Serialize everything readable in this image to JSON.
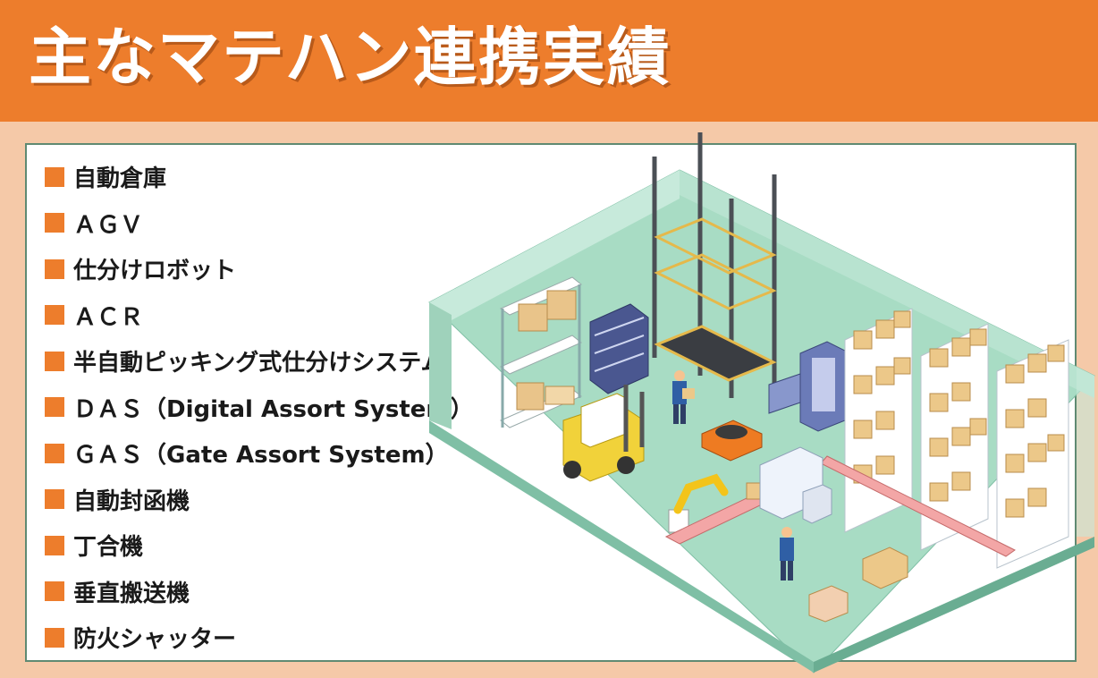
{
  "header": {
    "title": "主なマテハン連携実績"
  },
  "colors": {
    "accent": "#ed7d2c",
    "background": "#f5c9a8",
    "panel_border": "#5f8a72",
    "floor": "#a8dcc4",
    "wall": "#c7eadb"
  },
  "items": [
    {
      "label": "自動倉庫"
    },
    {
      "label": "ＡＧＶ"
    },
    {
      "label": "仕分けロボット"
    },
    {
      "label": "ＡＣＲ"
    },
    {
      "label": "半自動ピッキング式仕分けシステム"
    },
    {
      "label": "ＤＡＳ（Digital Assort System）"
    },
    {
      "label": "ＧＡＳ（Gate Assort System）"
    },
    {
      "label": "自動封函機"
    },
    {
      "label": "丁合機"
    },
    {
      "label": "垂直搬送機"
    },
    {
      "label": "防火シャッター"
    }
  ],
  "illustration": {
    "subject": "isometric-warehouse",
    "contents": [
      "shelving-racks",
      "vertical-lift",
      "forklift",
      "agv-robot",
      "robot-arm",
      "conveyor",
      "workers",
      "cardboard-boxes",
      "sorter-machine"
    ]
  }
}
